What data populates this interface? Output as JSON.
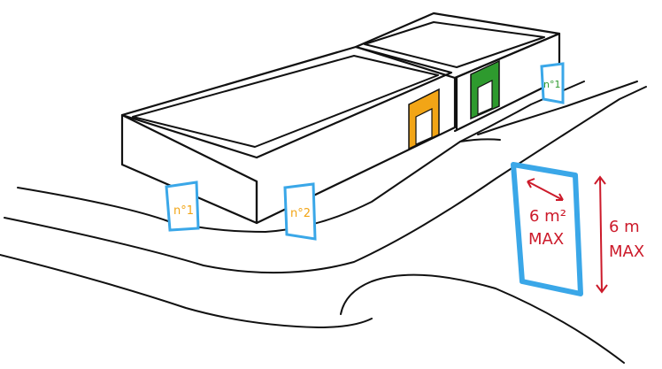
{
  "signs": {
    "front_left": {
      "label": "n°1",
      "color": "#3aa7e8",
      "text_color": "#f2a516"
    },
    "front_right": {
      "label": "n°2",
      "color": "#3aa7e8",
      "text_color": "#f2a516"
    },
    "back": {
      "label": "n°1",
      "color": "#3aa7e8",
      "text_color": "#2e9a2e"
    }
  },
  "doors": {
    "orange": {
      "color": "#f2a516"
    },
    "green": {
      "color": "#2e9a2e"
    }
  },
  "callout": {
    "area_label": "6 m²",
    "area_max": "MAX",
    "height_label": "6 m",
    "height_max": "MAX",
    "sign_color": "#3aa7e8",
    "annotation_color": "#cc1a2a"
  }
}
